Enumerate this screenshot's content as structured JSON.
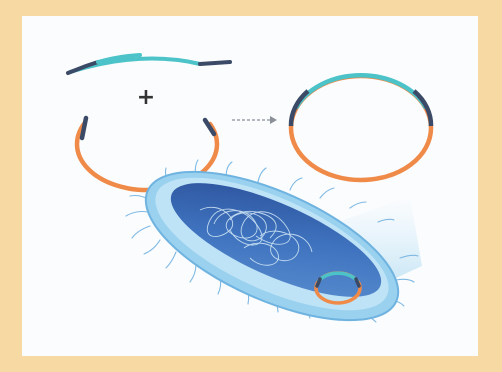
{
  "figure": {
    "colors": {
      "frame": "#f7d9a4",
      "panel": "#fbfcfe",
      "insert_dna": "#4cc3c8",
      "vector_dna": "#ef8a48",
      "sticky_ends": "#3b4a66",
      "arrow": "#8a8f98",
      "bacterium_outer": "#8cc8ec",
      "bacterium_inner": "#3b67b3",
      "chromosome": "#cfe6f5"
    },
    "elements": [
      "insert-dna-fragment",
      "plus-sign",
      "open-plasmid-vector",
      "arrow",
      "recombinant-plasmid",
      "bacterium-with-recombinant-plasmid"
    ],
    "plus_symbol": "+"
  }
}
